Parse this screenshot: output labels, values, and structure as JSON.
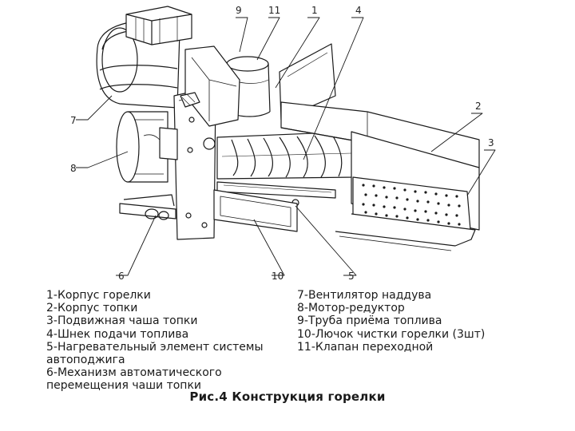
{
  "callouts": [
    "9",
    "11",
    "1",
    "4",
    "2",
    "3",
    "7",
    "8",
    "6",
    "10",
    "5"
  ],
  "legend": {
    "left": [
      "1-Корпус горелки",
      "2-Корпус топки",
      "3-Подвижная чаша топки",
      "4-Шнек подачи топлива",
      "5-Нагревательный элемент системы",
      "автоподжига",
      "6-Механизм автоматического",
      "перемещения чаши топки"
    ],
    "right": [
      "7-Вентилятор наддува",
      "8-Мотор-редуктор",
      "9-Труба приёма топлива",
      "10-Лючок чистки горелки (3шт)",
      "11-Клапан переходной"
    ]
  },
  "caption": "Рис.4 Конструкция горелки"
}
